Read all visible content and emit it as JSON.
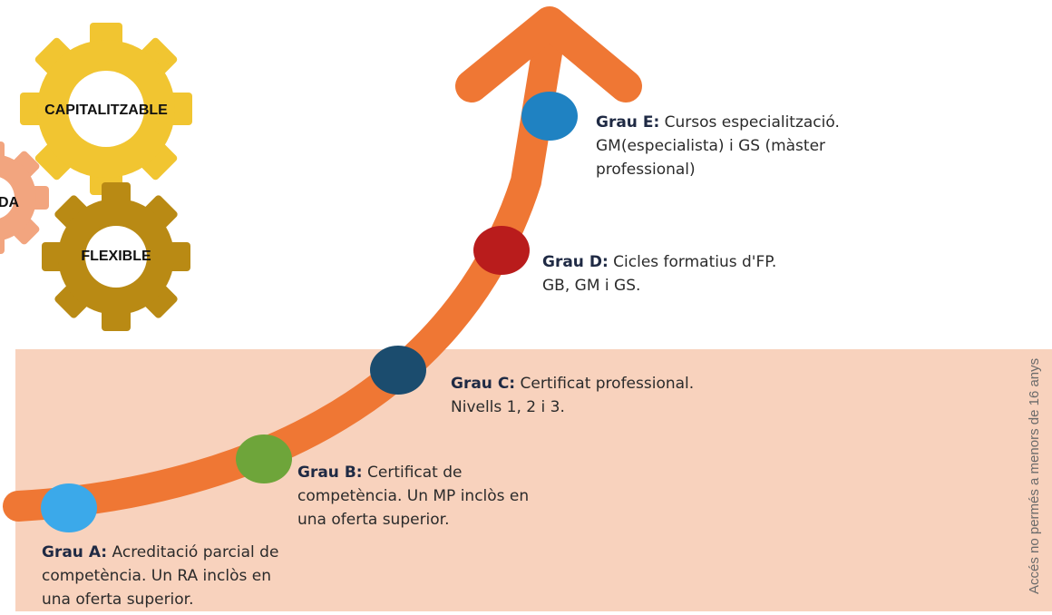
{
  "colors": {
    "zone": "#f8d2bd",
    "arrow": "#ef7734",
    "gear_top": "#f1c531",
    "gear_bottom": "#b98a14",
    "gear_left": "#f2a57f",
    "dot_a": "#3ba9ea",
    "dot_b": "#6ea53a",
    "dot_c": "#1b4c6e",
    "dot_d": "#b91c1c",
    "dot_e": "#1f82c2"
  },
  "gears": {
    "top": "CAPITALITZABLE",
    "bottom": "FLEXIBLE",
    "left_partial": "DA"
  },
  "side_note": "Accés no permés a menors de 16 anys",
  "grades": [
    {
      "key": "a",
      "title": "Grau A:",
      "lines": [
        " Acreditació parcial de",
        "competència. Un RA inclòs en",
        "una oferta superior."
      ]
    },
    {
      "key": "b",
      "title": "Grau B:",
      "lines": [
        " Certificat de",
        "competència. Un MP inclòs en",
        "una oferta superior."
      ]
    },
    {
      "key": "c",
      "title": "Grau C:",
      "lines": [
        " Certificat professional.",
        "Nivells 1, 2  i 3."
      ]
    },
    {
      "key": "d",
      "title": "Grau D:",
      "lines": [
        " Cicles formatius d'FP.",
        "GB, GM i GS."
      ]
    },
    {
      "key": "e",
      "title": "Grau E:",
      "lines": [
        " Cursos especialització.",
        "GM(especialista) i GS (màster",
        "professional)"
      ]
    }
  ]
}
